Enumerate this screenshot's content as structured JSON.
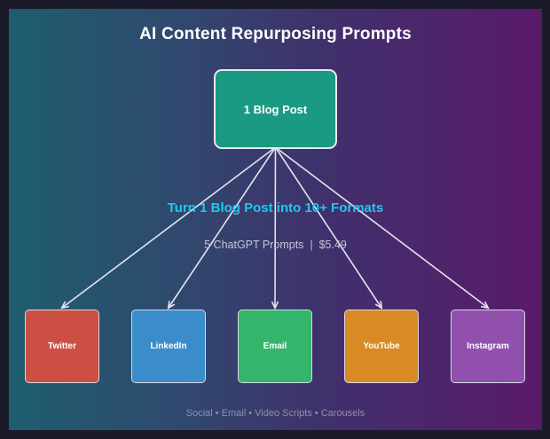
{
  "title": "AI Content Repurposing Prompts",
  "hub": {
    "label": "1 Blog Post",
    "color": "#1a9a82"
  },
  "headline": "Turn 1 Blog Post into 10+ Formats",
  "subline": "5 ChatGPT Prompts  |  $5.49",
  "targets": [
    {
      "label": "Twitter",
      "color": "#cb5043"
    },
    {
      "label": "LinkedIn",
      "color": "#3a8ccb"
    },
    {
      "label": "Email",
      "color": "#33b56c"
    },
    {
      "label": "YouTube",
      "color": "#d98a22"
    },
    {
      "label": "Instagram",
      "color": "#9150ad"
    }
  ],
  "footer": "Social • Email • Video Scripts • Carousels"
}
